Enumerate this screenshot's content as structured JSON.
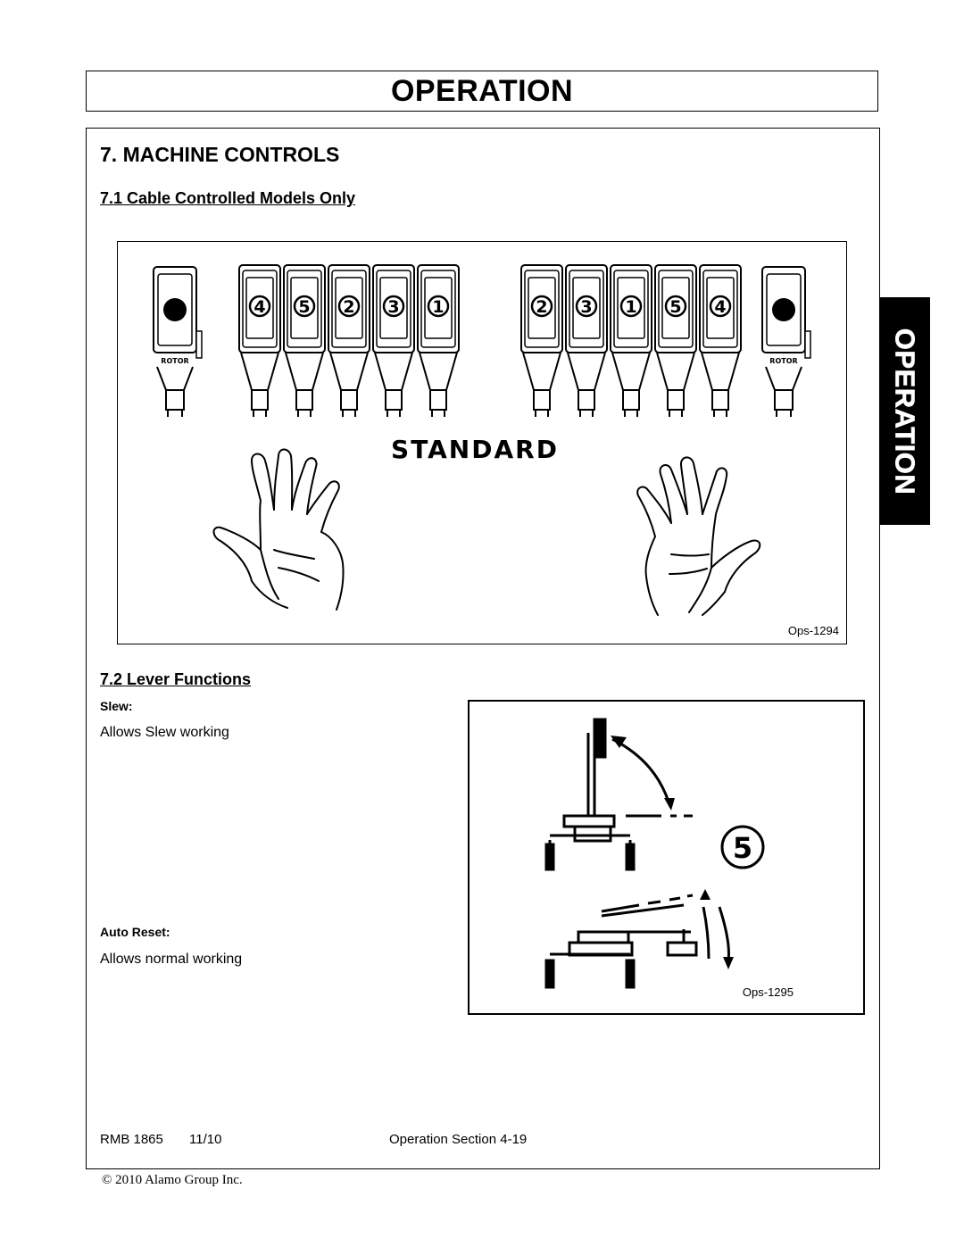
{
  "header": {
    "title": "OPERATION"
  },
  "side_tab": {
    "label": "OPERATION"
  },
  "section": {
    "title": "7. MACHINE CONTROLS",
    "sub1": "7.1 Cable Controlled Models Only",
    "sub2": "7.2 Lever Functions"
  },
  "figure1": {
    "code": "Ops-1294",
    "caption": "STANDARD",
    "rotor_label": "ROTOR",
    "left_levers": [
      "4",
      "5",
      "2",
      "3",
      "1"
    ],
    "right_levers": [
      "2",
      "3",
      "1",
      "5",
      "4"
    ]
  },
  "lever_functions": {
    "slew_label": "Slew:",
    "slew_text": "Allows Slew working",
    "auto_reset_label": "Auto Reset:",
    "auto_reset_text": "Allows normal working"
  },
  "figure2": {
    "code": "Ops-1295",
    "number": "5"
  },
  "footer": {
    "doc_id": "RMB 1865",
    "date": "11/10",
    "section": "Operation Section 4-19",
    "copyright": "© 2010 Alamo Group Inc."
  }
}
